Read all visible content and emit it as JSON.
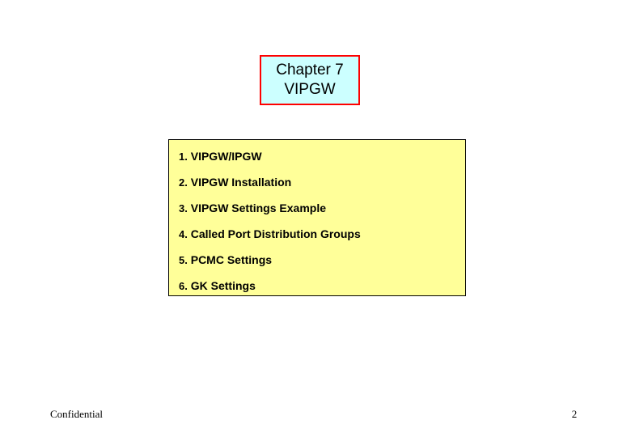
{
  "slide": {
    "title": {
      "line1": "Chapter 7",
      "line2": "VIPGW",
      "background_color": "#ccffff",
      "border_color": "#ff0000"
    },
    "agenda": {
      "background_color": "#ffff99",
      "border_color": "#000000",
      "items": [
        {
          "number": "1.",
          "label": "VIPGW/IPGW"
        },
        {
          "number": "2.",
          "label": "VIPGW Installation"
        },
        {
          "number": "3.",
          "label": "VIPGW Settings Example"
        },
        {
          "number": "4.",
          "label": "Called Port Distribution Groups"
        },
        {
          "number": "5.",
          "label": "PCMC Settings"
        },
        {
          "number": "6.",
          "label": "GK Settings"
        }
      ]
    },
    "footer": {
      "confidential": "Confidential",
      "page_number": "2"
    }
  }
}
